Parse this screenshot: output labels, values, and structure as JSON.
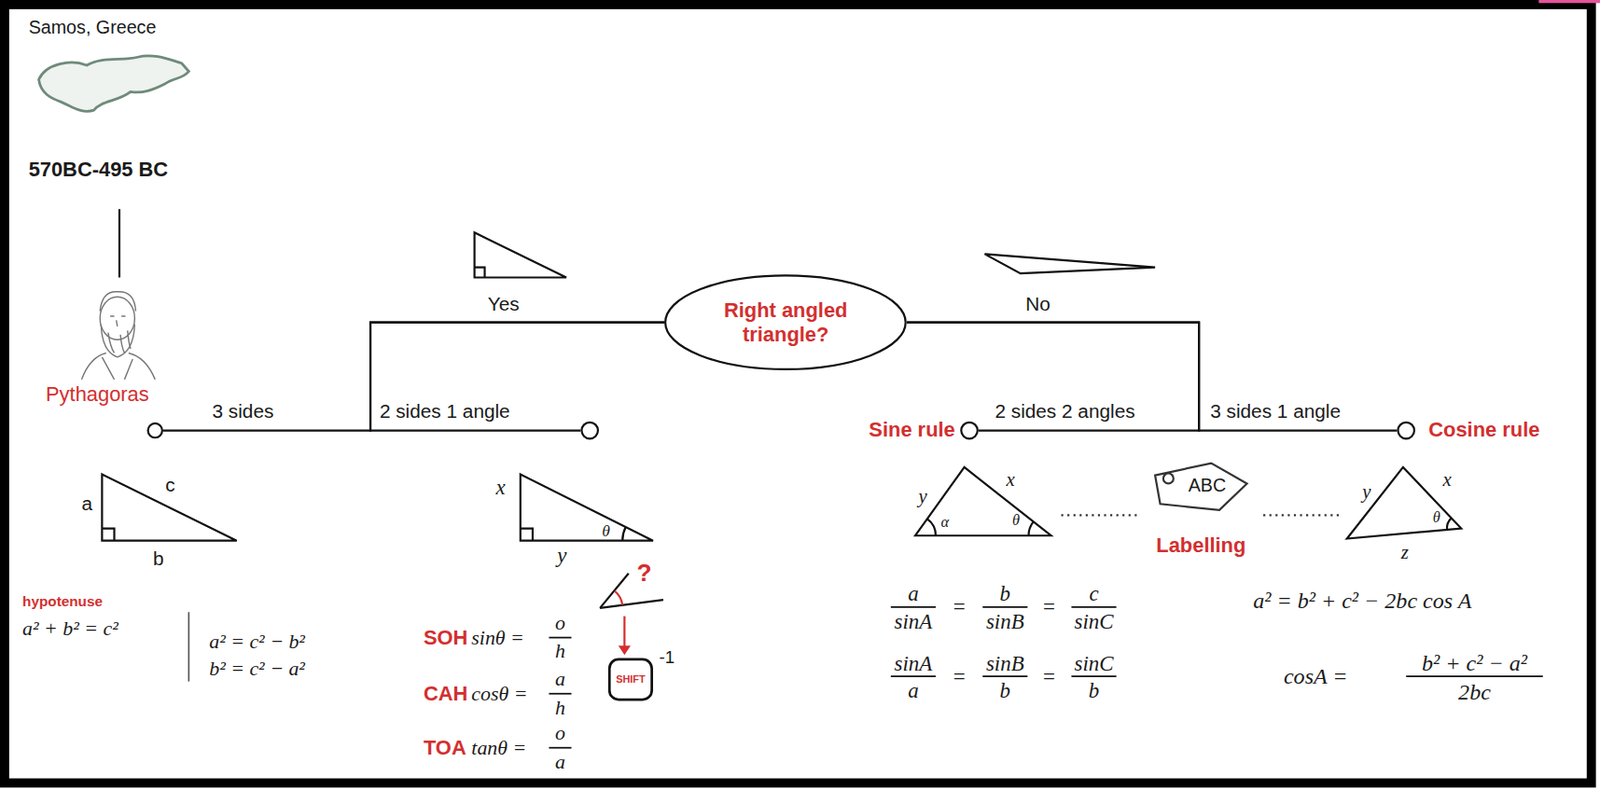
{
  "diagram": {
    "nodes": [
      {
        "text": [
          "Right angled triangle?"
        ]
      },
      {
        "text": [
          "Pythagoras"
        ]
      },
      {
        "text": []
      },
      {
        "text": [
          "Sine rule"
        ]
      },
      {
        "text": [
          "Cosine rule"
        ]
      },
      {
        "text": [
          "ABC",
          "Labelling"
        ]
      },
      {
        "text": [
          "SHIFT"
        ]
      }
    ],
    "edges": [
      {
        "from": 0,
        "to": 1,
        "label": "3 sides",
        "arrow": "none"
      },
      {
        "from": 0,
        "to": 2,
        "label": "2 sides 1 angle",
        "arrow": "none"
      },
      {
        "from": 0,
        "to": 3,
        "label": "2 sides 2 angles",
        "arrow": "none"
      },
      {
        "from": 0,
        "to": 4,
        "label": "3 sides 1 angle",
        "arrow": "none"
      }
    ],
    "labels": [
      "Samos, Greece",
      "570BC-495 BC",
      "Yes",
      "No",
      "a",
      "c",
      "b",
      "x",
      "y",
      "θ",
      "hypotenuse",
      "a² + b² = c²",
      "a² = c² − b²",
      "b² = c² − a²",
      "SOH",
      "sinθ =",
      "o",
      "h",
      "CAH",
      "cosθ =",
      "a",
      "h",
      "TOA",
      "tanθ =",
      "o",
      "a",
      "?",
      "-1",
      "y",
      "x",
      "α",
      "θ",
      "y",
      "x",
      "θ",
      "z",
      "a",
      "sinA",
      "=",
      "b",
      "sinB",
      "=",
      "c",
      "sinC",
      "sinA",
      "a",
      "=",
      "sinB",
      "b",
      "=",
      "sinC",
      "b",
      "a² = b² + c² − 2bc cos A",
      "cosA =",
      "b² + c² − a²",
      "2bc"
    ]
  }
}
